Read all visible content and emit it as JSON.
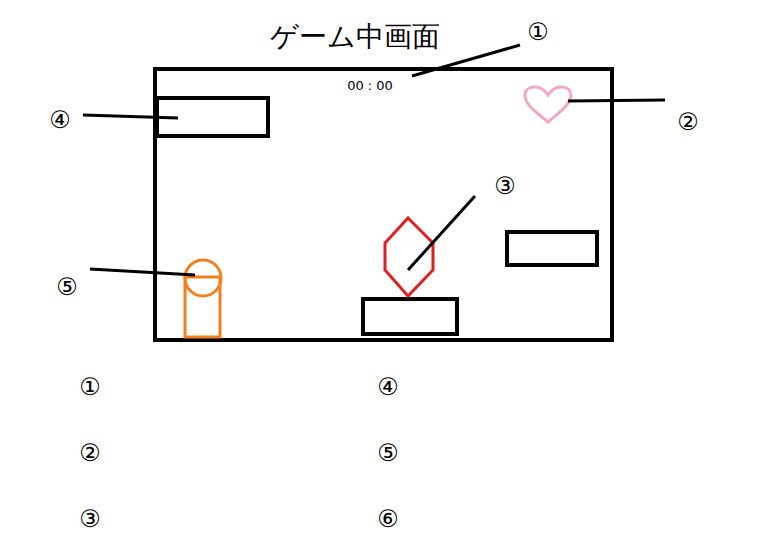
{
  "diagram": {
    "title": "ゲーム中画面",
    "labels": [
      "①",
      "00 : 00",
      "④",
      "②",
      "③",
      "⑤",
      "①",
      "④",
      "②",
      "⑤",
      "③",
      "⑥"
    ]
  }
}
